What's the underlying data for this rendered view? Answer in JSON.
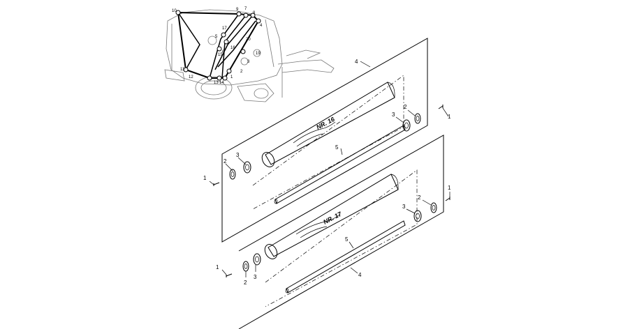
{
  "machine_labels": [
    "10",
    "9",
    "7",
    "8",
    "17",
    "5",
    "4",
    "6",
    "16",
    "20",
    "15",
    "3",
    "19",
    "11",
    "12",
    "2",
    "13",
    "14",
    "1"
  ],
  "part_labels": {
    "p1": "1",
    "p2": "2",
    "p3": "3",
    "p4": "4",
    "p5": "5"
  },
  "tubes": {
    "upper": "NR. 16",
    "lower": "NR. 17"
  }
}
